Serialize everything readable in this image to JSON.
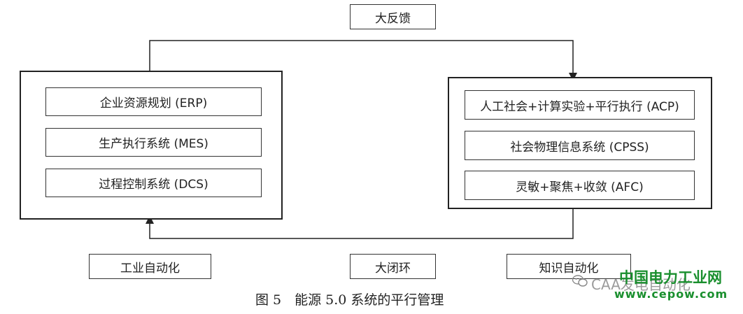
{
  "top_feedback": "大反馈",
  "left_group": {
    "items": [
      "企业资源规划 (ERP)",
      "生产执行系统 (MES)",
      "过程控制系统 (DCS)"
    ]
  },
  "right_group": {
    "items": [
      "人工社会+计算实验+平行执行 (ACP)",
      "社会物理信息系统 (CPSS)",
      "灵敏+聚焦+收敛 (AFC)"
    ]
  },
  "bottom_labels": {
    "left": "工业自动化",
    "middle": "大闭环",
    "right": "知识自动化"
  },
  "caption": "图 5　能源 5.0 系统的平行管理",
  "watermark": {
    "cn": "中国电力工业网",
    "caa": "CAA发电自动化",
    "url": "www.cepow.com",
    "icon": "wechat-icon"
  }
}
